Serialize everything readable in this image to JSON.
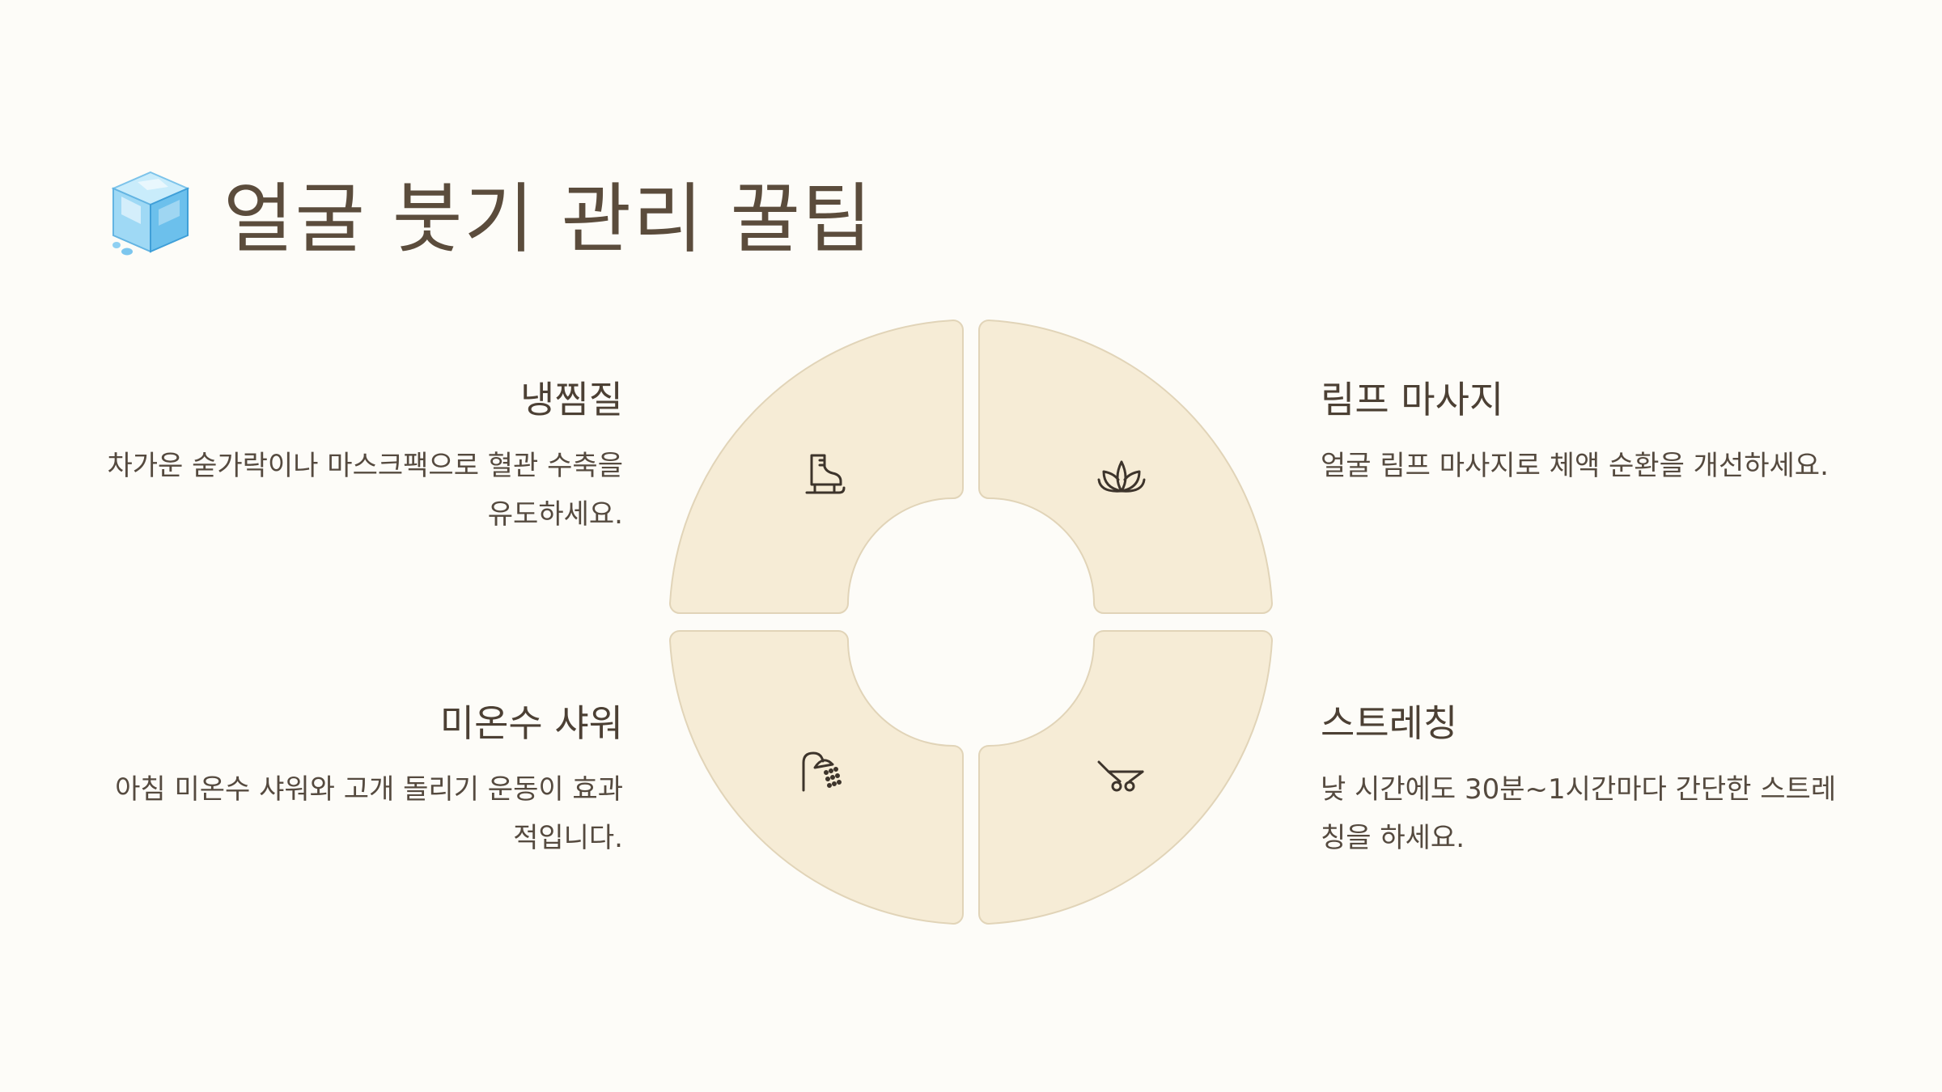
{
  "header": {
    "title": "얼굴 붓기 관리 꿀팁",
    "icon": "ice-cube-icon"
  },
  "tips": [
    {
      "title": "냉찜질",
      "description": "차가운 숟가락이나 마스크팩으로 혈관 수축을 유도하세요.",
      "icon": "ice-skate-icon",
      "position": "top-left"
    },
    {
      "title": "림프 마사지",
      "description": "얼굴 림프 마사지로 체액 순환을 개선하세요.",
      "icon": "lotus-icon",
      "position": "top-right"
    },
    {
      "title": "미온수 샤워",
      "description": "아침 미온수 샤워와 고개 돌리기 운동이 효과적입니다.",
      "icon": "shower-icon",
      "position": "bottom-left"
    },
    {
      "title": "스트레칭",
      "description": "낮 시간에도 30분~1시간마다 간단한 스트레칭을 하세요.",
      "icon": "cart-icon",
      "position": "bottom-right"
    }
  ],
  "colors": {
    "background": "#fdfcf8",
    "segment_fill": "#f6ecd6",
    "segment_stroke": "#e1d4b8",
    "title_text": "#5b4c3c",
    "body_text": "#554a3f",
    "icon_stroke": "#3d342b"
  }
}
